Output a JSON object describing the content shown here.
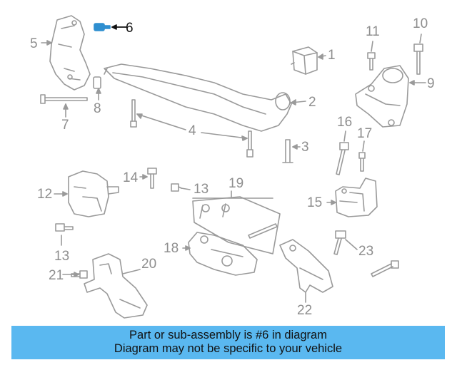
{
  "diagram": {
    "callouts": [
      {
        "id": 1,
        "text": "1"
      },
      {
        "id": 2,
        "text": "2"
      },
      {
        "id": 3,
        "text": "3"
      },
      {
        "id": 4,
        "text": "4"
      },
      {
        "id": 5,
        "text": "5"
      },
      {
        "id": 6,
        "text": "6"
      },
      {
        "id": 7,
        "text": "7"
      },
      {
        "id": 8,
        "text": "8"
      },
      {
        "id": 9,
        "text": "9"
      },
      {
        "id": 10,
        "text": "10"
      },
      {
        "id": 11,
        "text": "11"
      },
      {
        "id": 12,
        "text": "12"
      },
      {
        "id": 13,
        "text": "13"
      },
      {
        "id": 14,
        "text": "13"
      },
      {
        "id": 15,
        "text": "14"
      },
      {
        "id": 16,
        "text": "15"
      },
      {
        "id": 17,
        "text": "16"
      },
      {
        "id": 18,
        "text": "17"
      },
      {
        "id": 19,
        "text": "18"
      },
      {
        "id": 20,
        "text": "19"
      },
      {
        "id": 21,
        "text": "20"
      },
      {
        "id": 22,
        "text": "21"
      },
      {
        "id": 23,
        "text": "22"
      },
      {
        "id": 24,
        "text": "23"
      }
    ],
    "highlighted_part": "6",
    "colors": {
      "outline": "#9a9a9a",
      "highlight_part": "#2f8fd0",
      "highlight_text": "#111111",
      "banner": "#5ab8f0"
    }
  },
  "banner": {
    "line1": "Part or sub-assembly is #6 in diagram",
    "line2": "Diagram may not be specific to your vehicle"
  }
}
